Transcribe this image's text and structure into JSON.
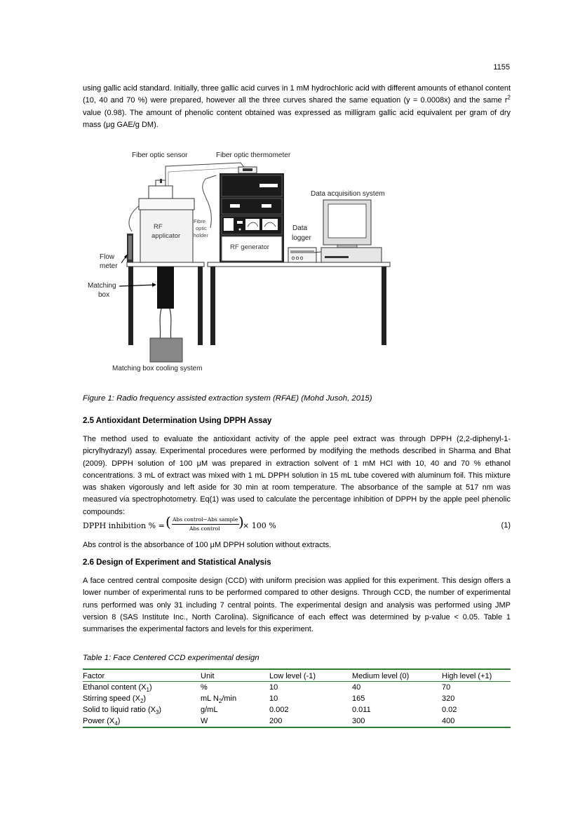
{
  "page_number": "1155",
  "intro_paragraph": {
    "part1": "using gallic acid standard. Initially, three gallic acid curves in 1 mM hydrochloric acid with different amounts of ethanol content (10, 40 and 70 %) were prepared, however all the three curves shared the same equation (y = 0.0008x) and the same r",
    "sup": "2",
    "part2": " value (0.98). The amount of phenolic content obtained was expressed as milligram gallic acid equivalent per gram of dry mass (μg GAE/g DM)."
  },
  "figure": {
    "labels": {
      "fiber_optic_sensor": "Fiber optic sensor",
      "fiber_optic_thermometer": "Fiber optic thermometer",
      "data_acquisition_system": "Data acquisition system",
      "rf": "RF",
      "applicator": "applicator",
      "fibre": "Fibre",
      "optic": "optic",
      "holder": "holder",
      "data": "Data",
      "logger": "logger",
      "rf_generator": "RF generator",
      "flow": "Flow",
      "meter": "meter",
      "matching": "Matching",
      "box": "box",
      "cooling_system": "Matching box cooling system"
    },
    "caption": "Figure 1: Radio frequency assisted extraction system (RFAE) (Mohd Jusoh, 2015)"
  },
  "section_25": {
    "heading": "2.5 Antioxidant Determination Using DPPH Assay",
    "paragraph": "The method used to evaluate the antioxidant activity of the apple peel extract was through DPPH (2,2-diphenyl-1-picrylhydrazyl) assay. Experimental procedures were performed by modifying the methods described in Sharma and Bhat (2009). DPPH solution of 100 μM was prepared in extraction solvent of 1 mM HCl with 10, 40 and 70 % ethanol concentrations. 3 mL of extract was mixed with 1 mL DPPH solution in 15 mL tube covered with aluminum foil. This mixture was shaken vigorously and left aside for 30 min at room temperature. The absorbance of the sample at 517 nm was measured via spectrophotometry. Eq(1) was used to calculate the percentage inhibition of DPPH by the apple peel phenolic compounds:"
  },
  "equation": {
    "lhs": "DPPH inhibition % =",
    "numerator": "Abs control−Abs sample",
    "denominator": "Abs control",
    "rhs": "× 100 %",
    "number": "(1)"
  },
  "abs_control_text": "Abs control is the absorbance of 100 μM DPPH solution without extracts.",
  "section_26": {
    "heading": "2.6 Design of Experiment and Statistical Analysis",
    "paragraph": "A face centred central composite design (CCD) with uniform precision was applied for this experiment. This design offers a lower number of experimental runs to be performed compared to other designs. Through CCD, the number of experimental runs performed was only 31 including 7 central points. The experimental design and analysis was performed using JMP version 8 (SAS Institute Inc., North Carolina). Significance of each effect was determined by p-value < 0.05. Table 1 summarises the experimental factors and levels for this experiment."
  },
  "table1": {
    "caption": "Table 1: Face Centered CCD experimental design",
    "headers": [
      "Factor",
      "Unit",
      "Low level (-1)",
      "Medium level (0)",
      "High level (+1)"
    ],
    "rows": [
      {
        "factor": "Ethanol content (X",
        "sub": "1",
        "close": ")",
        "unit": "%",
        "unit_sub": "",
        "unit_tail": "",
        "low": "10",
        "medium": "40",
        "high": "70"
      },
      {
        "factor": "Stirring speed (X",
        "sub": "2",
        "close": ")",
        "unit": "mL N",
        "unit_sub": "2",
        "unit_tail": "/min",
        "low": "10",
        "medium": "165",
        "high": "320"
      },
      {
        "factor": "Solid to liquid ratio (X",
        "sub": "3",
        "close": ")",
        "unit": "g/mL",
        "unit_sub": "",
        "unit_tail": "",
        "low": "0.002",
        "medium": "0.011",
        "high": "0.02"
      },
      {
        "factor": "Power (X",
        "sub": "4",
        "close": ")",
        "unit": "W",
        "unit_sub": "",
        "unit_tail": "",
        "low": "200",
        "medium": "300",
        "high": "400"
      }
    ]
  }
}
